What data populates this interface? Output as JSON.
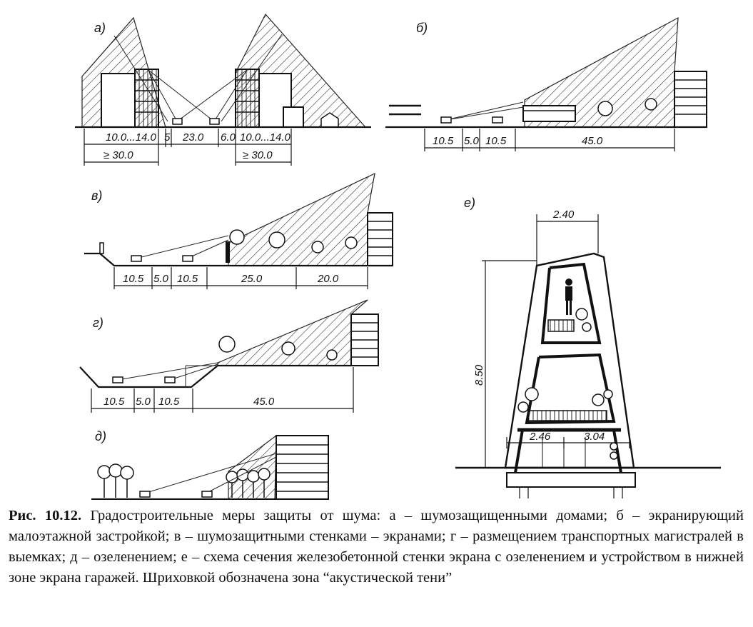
{
  "panels": {
    "a": {
      "label": "а)",
      "dims_top": [
        "10.0...14.0",
        "5",
        "23.0",
        "6.0",
        "10.0...14.0"
      ],
      "dims_bottom": [
        "≥ 30.0",
        "≥ 30.0"
      ]
    },
    "b": {
      "label": "б)",
      "dims": [
        "10.5",
        "5.0",
        "10.5",
        "45.0"
      ]
    },
    "v": {
      "label": "в)",
      "dims": [
        "10.5",
        "5.0",
        "10.5",
        "25.0",
        "20.0"
      ]
    },
    "g": {
      "label": "г)",
      "dims": [
        "10.5",
        "5.0",
        "10.5",
        "45.0"
      ]
    },
    "d": {
      "label": "д)"
    },
    "e": {
      "label": "е)",
      "dims": [
        "2.40",
        "8.50",
        "2.46",
        "3.04"
      ]
    }
  },
  "caption": {
    "prefix": "Рис. 10.12.",
    "text": "Градостроительные меры защиты от шума: а – шумозащищенными домами; б – экранирующий малоэтажной застройкой; в – шумозащитными стенками – экранами; г – размещением транспортных магистралей в выемках; д – озеленением; е – схема сечения железобетонной стенки экрана с озеленением и устройством в нижней зоне экрана гаражей. Шриховкой обозначена зона “акустической тени”"
  }
}
